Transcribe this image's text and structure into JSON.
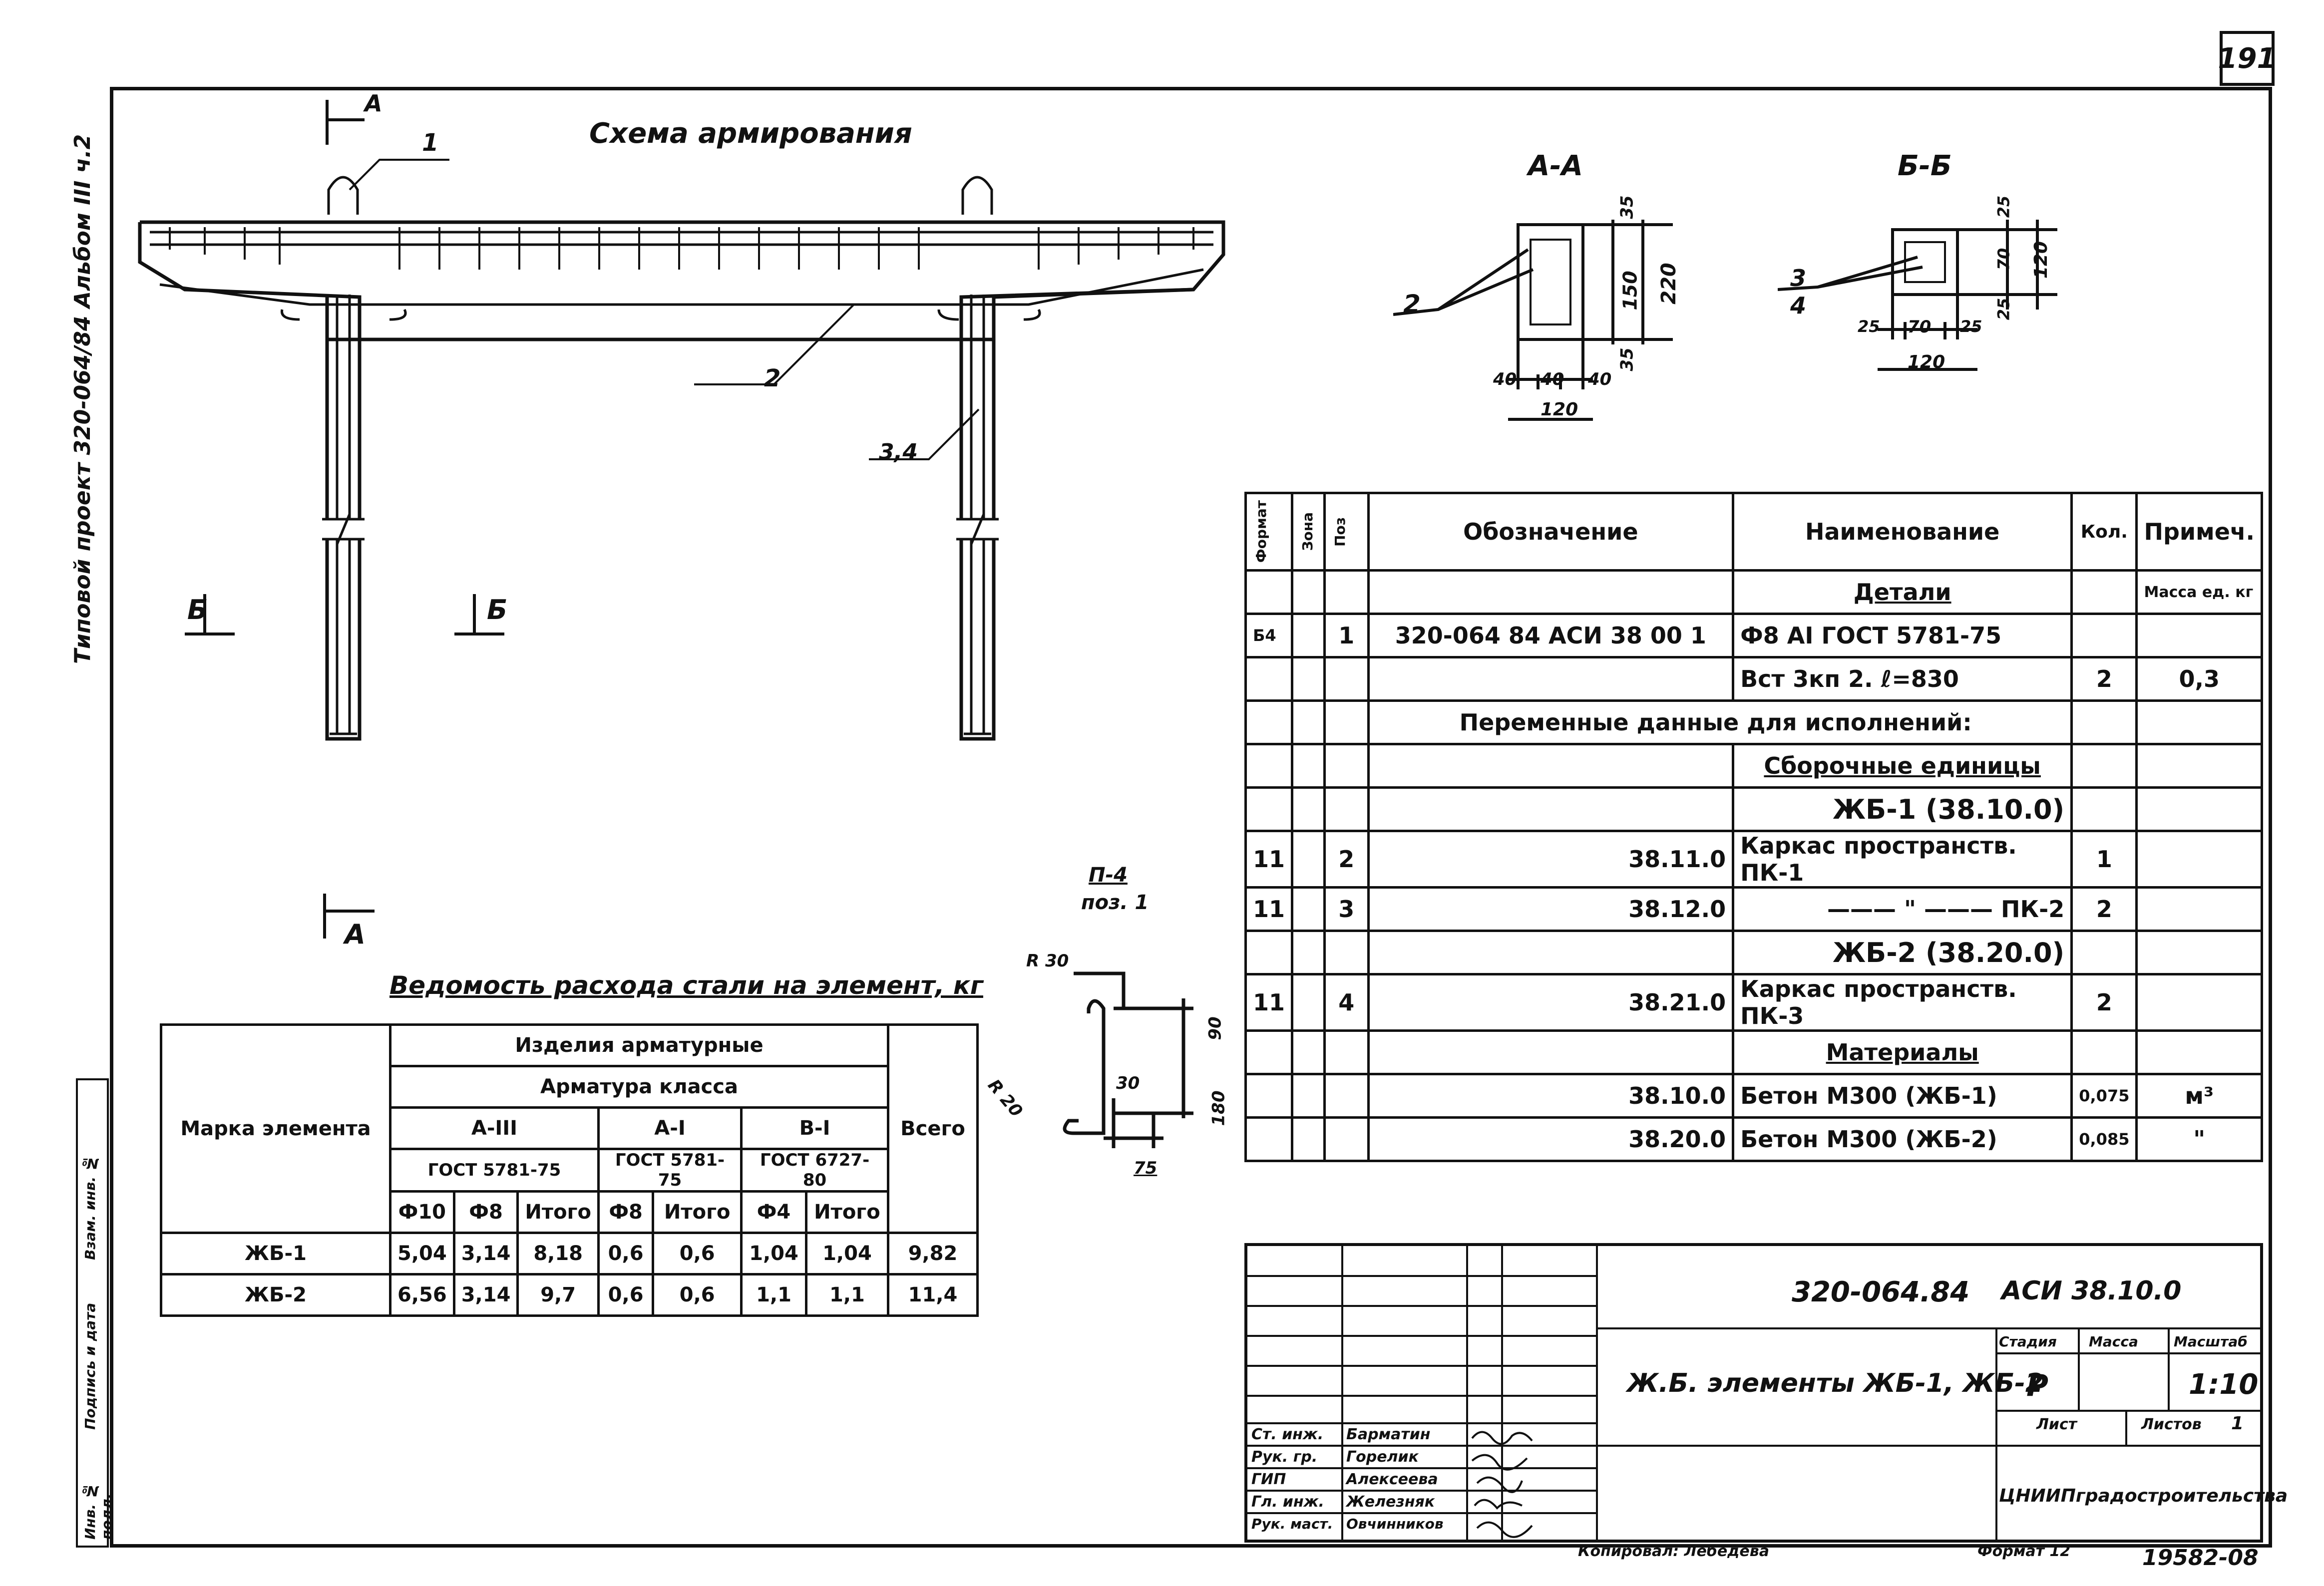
{
  "sheet_number": "191",
  "side_title": "Типовой проект 320-064/84 Альбом III ч.2",
  "reinforcement_title": "Схема армирования",
  "section_markers": {
    "a_top": "А",
    "a_bottom": "А",
    "b_left": "Б",
    "b_right": "Б"
  },
  "callouts": {
    "c1": "1",
    "c2": "2",
    "c34": "3,4",
    "aa_pos": "2",
    "bb_pos3": "3",
    "bb_pos4": "4"
  },
  "section_aa": {
    "title": "А-А",
    "dims": {
      "top": "35",
      "mid": "150",
      "bot": "35",
      "total": "220",
      "w1": "40",
      "w2": "40",
      "w3": "40",
      "wtotal": "120"
    }
  },
  "section_bb": {
    "title": "Б-Б",
    "dims": {
      "top": "25",
      "mid": "70",
      "bot": "25",
      "total": "120",
      "w1": "25",
      "w2": "70",
      "w3": "25",
      "wtotal": "120"
    }
  },
  "bent_detail": {
    "ref": "П-4",
    "ref_pos": "поз. 1",
    "r1": "R 30",
    "r2": "R 20",
    "d1": "90",
    "d2": "180",
    "d3": "30",
    "d4": "75"
  },
  "spec_table": {
    "headers": {
      "format": "Формат",
      "zone": "Зона",
      "pos": "Поз",
      "designation": "Обозначение",
      "name": "Наименование",
      "qty": "Кол.",
      "note": "Примеч."
    },
    "rows": [
      {
        "format": "",
        "zone": "",
        "pos": "",
        "designation": "",
        "name": "Детали",
        "qty": "",
        "note": "Масса ед. кг"
      },
      {
        "format": "Б4",
        "zone": "",
        "pos": "1",
        "designation": "320-064 84  АСИ 38 00 1",
        "name": "Ф8 АI ГОСТ 5781-75",
        "qty": "",
        "note": ""
      },
      {
        "format": "",
        "zone": "",
        "pos": "",
        "designation": "",
        "name": "Вст 3кп 2.  ℓ=830",
        "qty": "2",
        "note": "0,3"
      },
      {
        "format": "",
        "zone": "",
        "pos": "",
        "designation": "Переменные данные для исполнений:",
        "name": "",
        "qty": "",
        "note": ""
      },
      {
        "format": "",
        "zone": "",
        "pos": "",
        "designation": "",
        "name": "Сборочные единицы",
        "qty": "",
        "note": ""
      },
      {
        "format": "",
        "zone": "",
        "pos": "",
        "designation": "",
        "name": "ЖБ-1 (38.10.0)",
        "qty": "",
        "note": ""
      },
      {
        "format": "11",
        "zone": "",
        "pos": "2",
        "designation": "38.11.0",
        "name": "Каркас пространств. ПК-1",
        "qty": "1",
        "note": ""
      },
      {
        "format": "11",
        "zone": "",
        "pos": "3",
        "designation": "38.12.0",
        "name": "——— \" ——— ПК-2",
        "qty": "2",
        "note": ""
      },
      {
        "format": "",
        "zone": "",
        "pos": "",
        "designation": "",
        "name": "ЖБ-2 (38.20.0)",
        "qty": "",
        "note": ""
      },
      {
        "format": "11",
        "zone": "",
        "pos": "4",
        "designation": "38.21.0",
        "name": "Каркас пространств. ПК-3",
        "qty": "2",
        "note": ""
      },
      {
        "format": "",
        "zone": "",
        "pos": "",
        "designation": "",
        "name": "Материалы",
        "qty": "",
        "note": ""
      },
      {
        "format": "",
        "zone": "",
        "pos": "",
        "designation": "38.10.0",
        "name": "Бетон М300 (ЖБ-1)",
        "qty": "0,075",
        "note": "м³"
      },
      {
        "format": "",
        "zone": "",
        "pos": "",
        "designation": "38.20.0",
        "name": "Бетон М300 (ЖБ-2)",
        "qty": "0,085",
        "note": "\""
      }
    ]
  },
  "usage_table": {
    "title": "Ведомость расхода стали на элемент, кг",
    "header_element": "Марка элемента",
    "header_products": "Изделия арматурные",
    "header_class": "Арматура класса",
    "header_total": "Всего",
    "groups": [
      {
        "cls": "А-III",
        "gost": "ГОСТ 5781-75",
        "cols": [
          "Ф10",
          "Ф8",
          "Итого"
        ]
      },
      {
        "cls": "А-I",
        "gost": "ГОСТ 5781-75",
        "cols": [
          "Ф8",
          "Итого"
        ]
      },
      {
        "cls": "В-I",
        "gost": "ГОСТ 6727-80",
        "cols": [
          "Ф4",
          "Итого"
        ]
      }
    ],
    "rows": [
      {
        "mark": "ЖБ-1",
        "v": [
          "5,04",
          "3,14",
          "8,18",
          "0,6",
          "0,6",
          "1,04",
          "1,04",
          "9,82"
        ]
      },
      {
        "mark": "ЖБ-2",
        "v": [
          "6,56",
          "3,14",
          "9,7",
          "0,6",
          "0,6",
          "1,1",
          "1,1",
          "11,4"
        ]
      }
    ]
  },
  "stamp": {
    "project": "320-064.84",
    "code": "АСИ 38.10.0",
    "title": "Ж.Б. элементы ЖБ-1, ЖБ-2",
    "stage_label": "Стадия",
    "mass_label": "Масса",
    "scale_label": "Масштаб",
    "stage": "Р",
    "scale": "1:10",
    "sheet_label": "Лист",
    "sheets_label": "Листов",
    "sheets": "1",
    "org": "ЦНИИПградостроительства",
    "people": [
      {
        "role": "Ст. инж.",
        "name": "Барматин"
      },
      {
        "role": "Рук. гр.",
        "name": "Горелик"
      },
      {
        "role": "ГИП",
        "name": "Алексеева"
      },
      {
        "role": "Гл. инж.",
        "name": "Железняк"
      },
      {
        "role": "Рук. маст.",
        "name": "Овчинников"
      }
    ]
  },
  "bottom": {
    "copied": "Копировал: Лебедева",
    "format": "Формат 12",
    "code": "19582-08"
  },
  "left_stamp": [
    "Инв. № подл.",
    "Подпись и дата",
    "Взам. инв. №"
  ]
}
